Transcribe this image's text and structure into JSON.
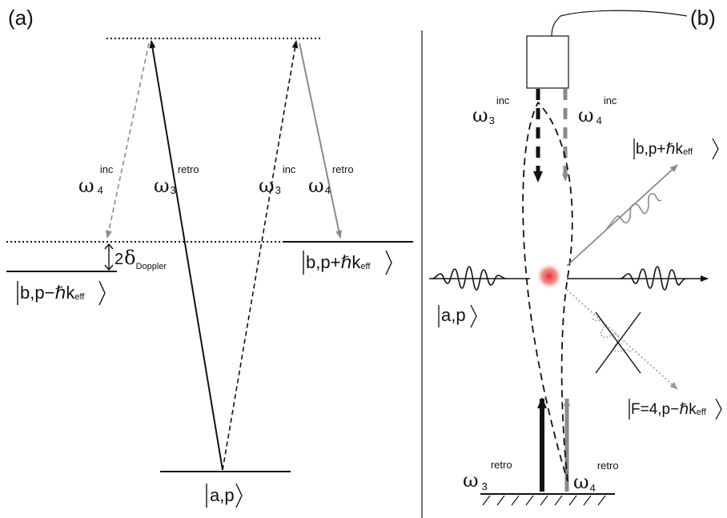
{
  "panel_a": {
    "label": "(a)",
    "omega4_inc": {
      "symbol": "ω",
      "sub": "4",
      "sup": "inc"
    },
    "omega3_retro": {
      "symbol": "ω",
      "sub": "3",
      "sup": "retro"
    },
    "omega3_inc": {
      "symbol": "ω",
      "sub": "3",
      "sup": "inc"
    },
    "omega4_retro": {
      "symbol": "ω",
      "sub": "4",
      "sup": "retro"
    },
    "doppler": {
      "prefix": "2",
      "symbol": "δ",
      "sub": "Doppler"
    },
    "ket_b_minus": {
      "body": "b,p−ℏk",
      "sub": "eff"
    },
    "ket_b_plus": {
      "body": "b,p+ℏk",
      "sub": "eff"
    },
    "ket_a": {
      "body": "a,p"
    }
  },
  "panel_b": {
    "label": "(b)",
    "omega3_inc": {
      "symbol": "ω",
      "sub": "3",
      "sup": "inc"
    },
    "omega4_inc": {
      "symbol": "ω",
      "sub": "4",
      "sup": "inc"
    },
    "omega3_retro": {
      "symbol": "ω",
      "sub": "3",
      "sup": "retro"
    },
    "omega4_retro": {
      "symbol": "ω",
      "sub": "4",
      "sup": "retro"
    },
    "ket_b_plus": {
      "body": "b,p+ℏk",
      "sub": "eff"
    },
    "ket_a": {
      "body": "a,p"
    },
    "ket_f4": {
      "body": "F=4,p−ℏk",
      "sub": "eff"
    }
  },
  "colors": {
    "line": "#111111",
    "gray_arrow": "#8a8a8a",
    "dotted_arrow": "#9a9a9a",
    "atom": "#e53030"
  }
}
